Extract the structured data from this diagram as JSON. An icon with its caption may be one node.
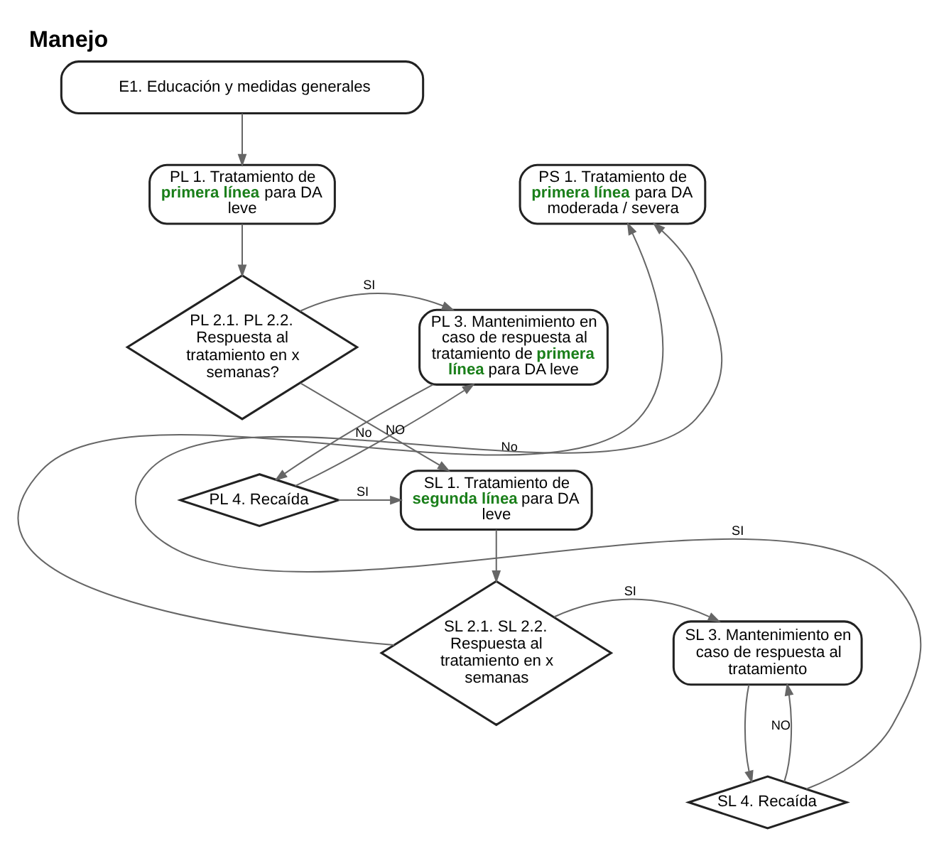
{
  "diagram": {
    "title": "Manejo",
    "nodes": [
      {
        "text": [
          "E1. Educación y medidas generales"
        ]
      },
      {
        "text": [
          "PL 1. Tratamiento de **primera línea** para DA leve"
        ]
      },
      {
        "text": [
          "PS 1. Tratamiento de **primera línea** para DA moderada / severa"
        ]
      },
      {
        "text": [
          "PL 2.1. PL 2.2. Respuesta al tratamiento en x semanas?"
        ]
      },
      {
        "text": [
          "PL 3. Mantenimiento en caso de respuesta al tratamiento de **primera línea** para DA leve"
        ]
      },
      {
        "text": [
          "PL 4. Recaída"
        ]
      },
      {
        "text": [
          "SL 1. Tratamiento de **segunda línea** para DA leve"
        ]
      },
      {
        "text": [
          "SL 2.1. SL 2.2. Respuesta al tratamiento en x semanas"
        ]
      },
      {
        "text": [
          "SL 3. Mantenimiento en caso de respuesta al tratamiento"
        ]
      },
      {
        "text": [
          "SL 4. Recaída"
        ]
      }
    ],
    "edges": [
      {
        "from": 0,
        "to": 1,
        "arrow": "to"
      },
      {
        "from": 1,
        "to": 3,
        "arrow": "to"
      },
      {
        "from": 3,
        "to": 4,
        "arrow": "to",
        "label": "SI"
      },
      {
        "from": 3,
        "to": 6,
        "arrow": "to",
        "label": "No"
      },
      {
        "from": 4,
        "to": 5,
        "arrow": "to"
      },
      {
        "from": 5,
        "to": 4,
        "arrow": "to",
        "label": "NO"
      },
      {
        "from": 5,
        "to": 6,
        "arrow": "to",
        "label": "SI"
      },
      {
        "from": 6,
        "to": 7,
        "arrow": "to"
      },
      {
        "from": 7,
        "to": 8,
        "arrow": "to",
        "label": "SI"
      },
      {
        "from": 7,
        "to": 2,
        "arrow": "to",
        "label": "No"
      },
      {
        "from": 8,
        "to": 9,
        "arrow": "to"
      },
      {
        "from": 9,
        "to": 8,
        "arrow": "to",
        "label": "NO"
      },
      {
        "from": 9,
        "to": 2,
        "arrow": "to",
        "label": "SI"
      }
    ]
  }
}
